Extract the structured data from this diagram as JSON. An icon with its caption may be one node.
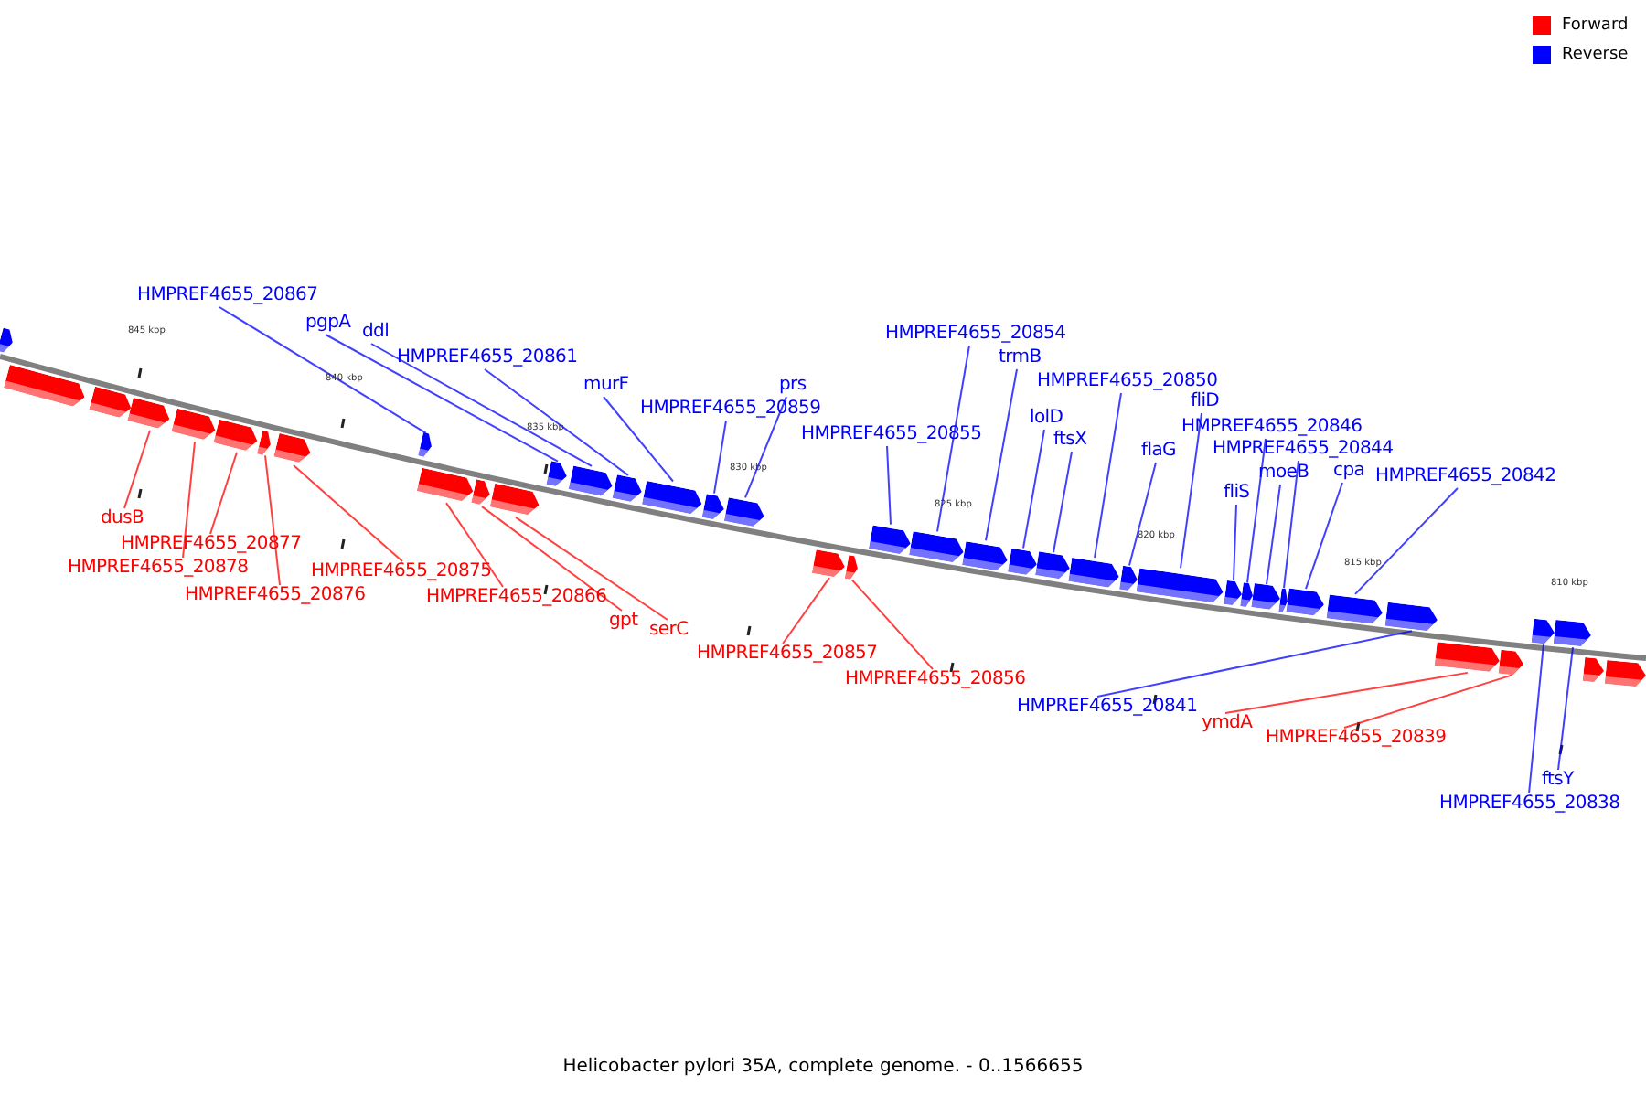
{
  "diagram": {
    "caption": "Helicobacter pylori 35A, complete genome. - 0..1566655",
    "nodes": [
      {
        "text": [
          "HMPREF4655_20867"
        ]
      },
      {
        "text": [
          "pgpA"
        ]
      },
      {
        "text": [
          "ddl"
        ]
      },
      {
        "text": [
          "HMPREF4655_20861"
        ]
      },
      {
        "text": [
          "murF"
        ]
      },
      {
        "text": [
          "prs"
        ]
      },
      {
        "text": [
          "HMPREF4655_20859"
        ]
      },
      {
        "text": [
          "HMPREF4655_20854"
        ]
      },
      {
        "text": [
          "trmB"
        ]
      },
      {
        "text": [
          "HMPREF4655_20850"
        ]
      },
      {
        "text": [
          "fliD"
        ]
      },
      {
        "text": [
          "lolD"
        ]
      },
      {
        "text": [
          "HMPREF4655_20846"
        ]
      },
      {
        "text": [
          "HMPREF4655_20855"
        ]
      },
      {
        "text": [
          "ftsX"
        ]
      },
      {
        "text": [
          "HMPREF4655_20844"
        ]
      },
      {
        "text": [
          "flaG"
        ]
      },
      {
        "text": [
          "moeB"
        ]
      },
      {
        "text": [
          "cpa"
        ]
      },
      {
        "text": [
          "HMPREF4655_20842"
        ]
      },
      {
        "text": [
          "fliS"
        ]
      },
      {
        "text": [
          "dusB"
        ]
      },
      {
        "text": [
          "HMPREF4655_20877"
        ]
      },
      {
        "text": [
          "HMPREF4655_20878"
        ]
      },
      {
        "text": [
          "HMPREF4655_20875"
        ]
      },
      {
        "text": [
          "HMPREF4655_20876"
        ]
      },
      {
        "text": [
          "HMPREF4655_20866"
        ]
      },
      {
        "text": [
          "gpt"
        ]
      },
      {
        "text": [
          "serC"
        ]
      },
      {
        "text": [
          "HMPREF4655_20857"
        ]
      },
      {
        "text": [
          "HMPREF4655_20856"
        ]
      },
      {
        "text": [
          "HMPREF4655_20841"
        ]
      },
      {
        "text": [
          "ymdA"
        ]
      },
      {
        "text": [
          "HMPREF4655_20839"
        ]
      },
      {
        "text": [
          "ftsY"
        ]
      },
      {
        "text": [
          "HMPREF4655_20838"
        ]
      },
      {
        "text": [],
        "shape": "arrow"
      },
      {
        "text": [],
        "shape": "arrow"
      },
      {
        "text": [],
        "shape": "arrow"
      },
      {
        "text": [],
        "shape": "arrow"
      },
      {
        "text": [],
        "shape": "arrow"
      },
      {
        "text": [],
        "shape": "arrow"
      },
      {
        "text": [],
        "shape": "arrow"
      },
      {
        "text": [],
        "shape": "arrow"
      },
      {
        "text": [],
        "shape": "arrow"
      },
      {
        "text": [],
        "shape": "arrow"
      },
      {
        "text": [],
        "shape": "arrow"
      },
      {
        "text": [],
        "shape": "arrow"
      },
      {
        "text": [],
        "shape": "arrow"
      },
      {
        "text": [],
        "shape": "arrow"
      },
      {
        "text": [],
        "shape": "arrow"
      },
      {
        "text": [],
        "shape": "arrow"
      },
      {
        "text": [],
        "shape": "arrow"
      },
      {
        "text": [],
        "shape": "arrow"
      },
      {
        "text": [],
        "shape": "arrow"
      },
      {
        "text": [],
        "shape": "arrow"
      },
      {
        "text": [],
        "shape": "arrow"
      },
      {
        "text": [],
        "shape": "arrow"
      },
      {
        "text": [],
        "shape": "arrow"
      },
      {
        "text": [],
        "shape": "arrow"
      },
      {
        "text": [],
        "shape": "arrow"
      },
      {
        "text": [],
        "shape": "arrow"
      },
      {
        "text": [],
        "shape": "arrow"
      },
      {
        "text": [],
        "shape": "arrow"
      },
      {
        "text": [],
        "shape": "arrow"
      },
      {
        "text": [],
        "shape": "arrow"
      },
      {
        "text": [],
        "shape": "arrow"
      },
      {
        "text": [],
        "shape": "arrow"
      },
      {
        "text": [],
        "shape": "arrow"
      },
      {
        "text": [],
        "shape": "arrow"
      },
      {
        "text": [],
        "shape": "arrow"
      },
      {
        "text": [],
        "shape": "arrow"
      },
      {
        "text": [],
        "shape": "arrow"
      },
      {
        "text": [],
        "shape": "arrow"
      },
      {
        "text": [],
        "shape": "arrow"
      },
      {
        "text": [],
        "shape": "arrow"
      },
      {
        "text": [],
        "shape": "arrow"
      }
    ],
    "edges": [
      {
        "from": 0,
        "to": 44,
        "arrow": "none"
      },
      {
        "from": 1,
        "to": 48,
        "arrow": "none"
      },
      {
        "from": 2,
        "to": 49,
        "arrow": "none"
      },
      {
        "from": 3,
        "to": 50,
        "arrow": "none"
      },
      {
        "from": 4,
        "to": 51,
        "arrow": "none"
      },
      {
        "from": 5,
        "to": 53,
        "arrow": "none"
      },
      {
        "from": 6,
        "to": 52,
        "arrow": "none"
      },
      {
        "from": 7,
        "to": 57,
        "arrow": "none"
      },
      {
        "from": 8,
        "to": 58,
        "arrow": "none"
      },
      {
        "from": 9,
        "to": 61,
        "arrow": "none"
      },
      {
        "from": 10,
        "to": 63,
        "arrow": "none"
      },
      {
        "from": 11,
        "to": 59,
        "arrow": "none"
      },
      {
        "from": 12,
        "to": 65,
        "arrow": "none"
      },
      {
        "from": 13,
        "to": 56,
        "arrow": "none"
      },
      {
        "from": 14,
        "to": 60,
        "arrow": "none"
      },
      {
        "from": 15,
        "to": 67,
        "arrow": "none"
      },
      {
        "from": 16,
        "to": 62,
        "arrow": "none"
      },
      {
        "from": 17,
        "to": 66,
        "arrow": "none"
      },
      {
        "from": 18,
        "to": 68,
        "arrow": "none"
      },
      {
        "from": 19,
        "to": 69,
        "arrow": "none"
      },
      {
        "from": 20,
        "to": 64,
        "arrow": "none"
      },
      {
        "from": 21,
        "to": 39,
        "arrow": "none",
        "color": "#ff0000"
      },
      {
        "from": 22,
        "to": 41,
        "arrow": "none",
        "color": "#ff0000"
      },
      {
        "from": 23,
        "to": 40,
        "arrow": "none",
        "color": "#ff0000"
      },
      {
        "from": 24,
        "to": 43,
        "arrow": "none",
        "color": "#ff0000"
      },
      {
        "from": 25,
        "to": 42,
        "arrow": "none",
        "color": "#ff0000"
      },
      {
        "from": 26,
        "to": 45,
        "arrow": "none",
        "color": "#ff0000"
      },
      {
        "from": 27,
        "to": 46,
        "arrow": "none",
        "color": "#ff0000"
      },
      {
        "from": 28,
        "to": 47,
        "arrow": "none",
        "color": "#ff0000"
      },
      {
        "from": 29,
        "to": 54,
        "arrow": "none",
        "color": "#ff0000"
      },
      {
        "from": 30,
        "to": 55,
        "arrow": "none",
        "color": "#ff0000"
      },
      {
        "from": 31,
        "to": 70,
        "arrow": "none"
      },
      {
        "from": 32,
        "to": 71,
        "arrow": "none",
        "color": "#ff0000"
      },
      {
        "from": 33,
        "to": 72,
        "arrow": "none",
        "color": "#ff0000"
      },
      {
        "from": 34,
        "to": 74,
        "arrow": "none"
      },
      {
        "from": 35,
        "to": 73,
        "arrow": "none"
      }
    ],
    "labels": [
      "845 kbp",
      "840 kbp",
      "835 kbp",
      "830 kbp",
      "825 kbp",
      "820 kbp",
      "815 kbp",
      "810 kbp"
    ],
    "legend": [
      {
        "text": "Forward",
        "color": "#ff0000"
      },
      {
        "text": "Reverse",
        "color": "#0000ff"
      }
    ]
  }
}
